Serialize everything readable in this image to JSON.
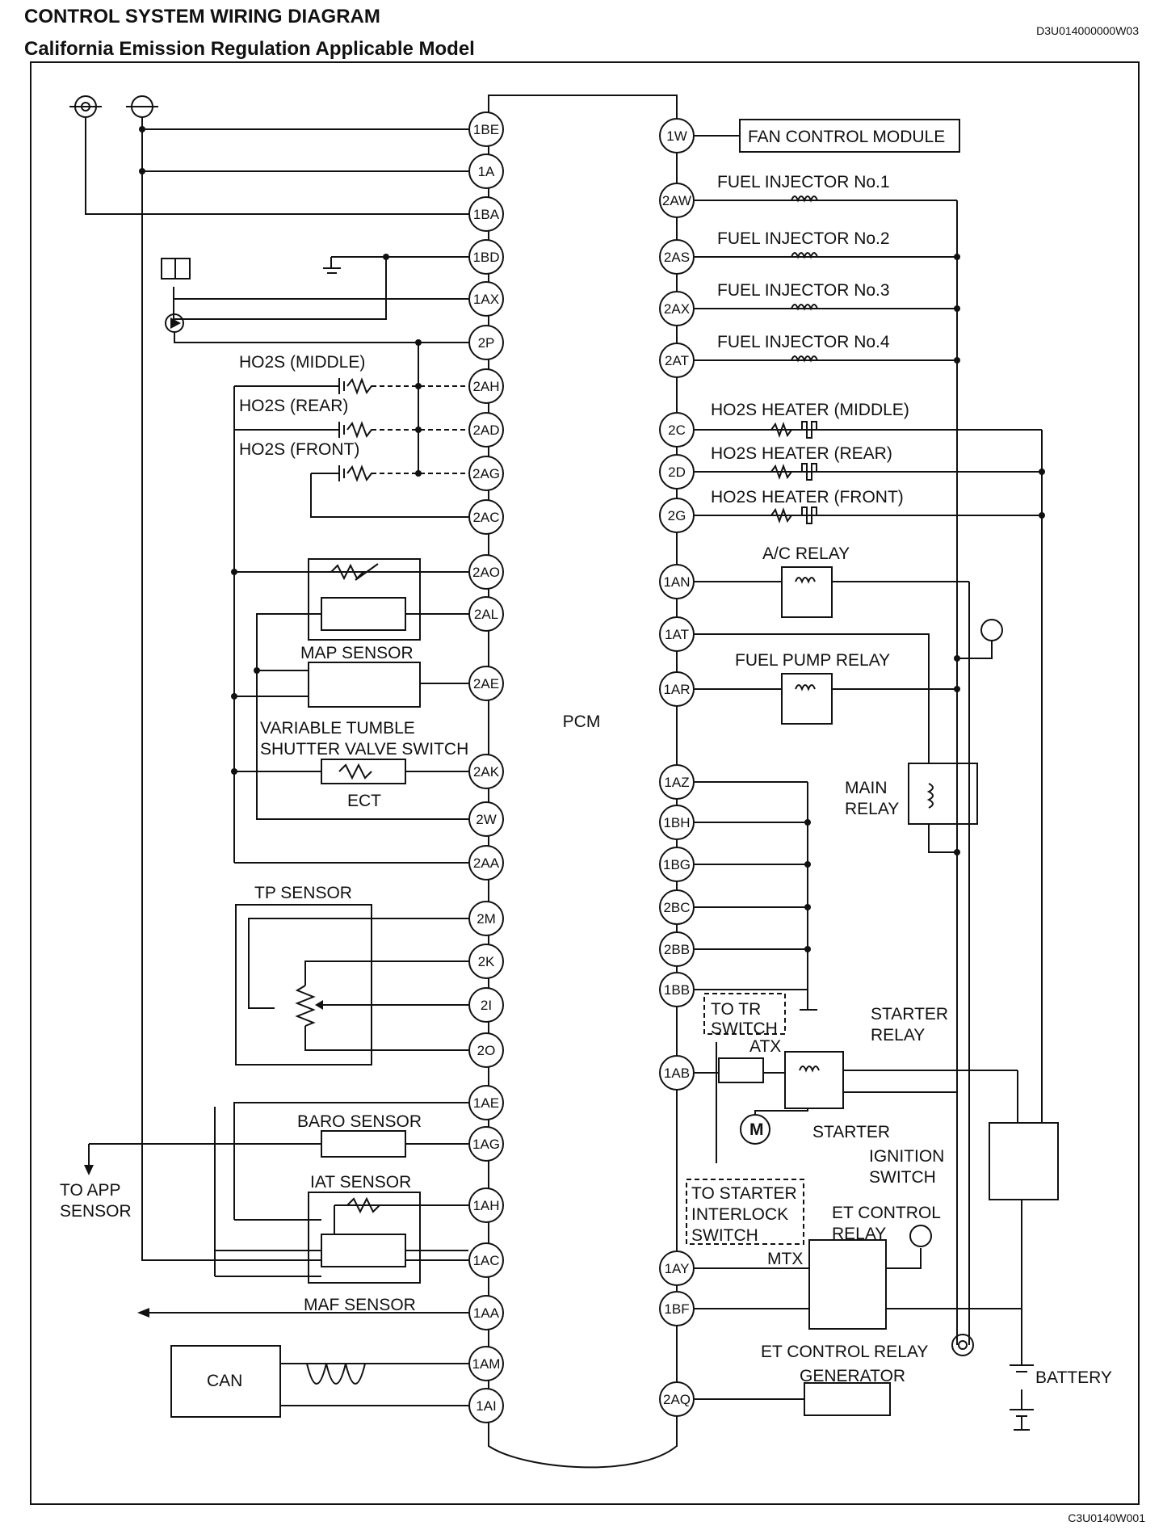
{
  "header": {
    "title": "CONTROL SYSTEM WIRING DIAGRAM",
    "subtitle": "California Emission Regulation Applicable Model",
    "doc_code": "D3U014000000W03",
    "footer_code": "C3U0140W001"
  },
  "pcm_label": "PCM",
  "left_pins": [
    "1BE",
    "1A",
    "1BA",
    "1BD",
    "1AX",
    "2P",
    "2AH",
    "2AD",
    "2AG",
    "2AC",
    "2AO",
    "2AL",
    "2AE",
    "2AK",
    "2W",
    "2AA",
    "2M",
    "2K",
    "2I",
    "2O",
    "1AE",
    "1AG",
    "1AH",
    "1AC",
    "1AA",
    "1AM",
    "1AI"
  ],
  "right_pins": [
    "1W",
    "2AW",
    "2AS",
    "2AX",
    "2AT",
    "2C",
    "2D",
    "2G",
    "1AN",
    "1AT",
    "1AR",
    "1AZ",
    "1BH",
    "1BG",
    "2BC",
    "2BB",
    "1BB",
    "1AB",
    "1AY",
    "1BF",
    "2AQ"
  ],
  "left_labels": {
    "ho2s_middle": "HO2S (MIDDLE)",
    "ho2s_rear": "HO2S (REAR)",
    "ho2s_front": "HO2S (FRONT)",
    "map_sensor": "MAP SENSOR",
    "vts_line1": "VARIABLE TUMBLE",
    "vts_line2": "SHUTTER VALVE SWITCH",
    "ect": "ECT",
    "tp_sensor": "TP SENSOR",
    "baro_sensor": "BARO SENSOR",
    "iat_sensor": "IAT SENSOR",
    "maf_sensor": "MAF SENSOR",
    "to_app_line1": "TO APP",
    "to_app_line2": "SENSOR",
    "can": "CAN"
  },
  "right_labels": {
    "fan_control": "FAN CONTROL MODULE",
    "inj1": "FUEL INJECTOR No.1",
    "inj2": "FUEL INJECTOR No.2",
    "inj3": "FUEL INJECTOR No.3",
    "inj4": "FUEL INJECTOR No.4",
    "htr_middle": "HO2S HEATER (MIDDLE)",
    "htr_rear": "HO2S HEATER (REAR)",
    "htr_front": "HO2S HEATER (FRONT)",
    "ac_relay": "A/C RELAY",
    "fuel_pump_relay": "FUEL PUMP RELAY",
    "main_relay_line1": "MAIN",
    "main_relay_line2": "RELAY",
    "to_tr_line1": "TO TR",
    "to_tr_line2": "SWITCH",
    "atx": "ATX",
    "starter_relay_line1": "STARTER",
    "starter_relay_line2": "RELAY",
    "starter": "STARTER",
    "motor": "M",
    "ignition_line1": "IGNITION",
    "ignition_line2": "SWITCH",
    "to_starter_line1": "TO STARTER",
    "to_starter_line2": "INTERLOCK",
    "to_starter_line3": "SWITCH",
    "mtx": "MTX",
    "et_relay_line1": "ET CONTROL",
    "et_relay_line2": "RELAY",
    "et_relay_bottom": "ET CONTROL RELAY",
    "generator": "GENERATOR",
    "battery": "BATTERY"
  }
}
